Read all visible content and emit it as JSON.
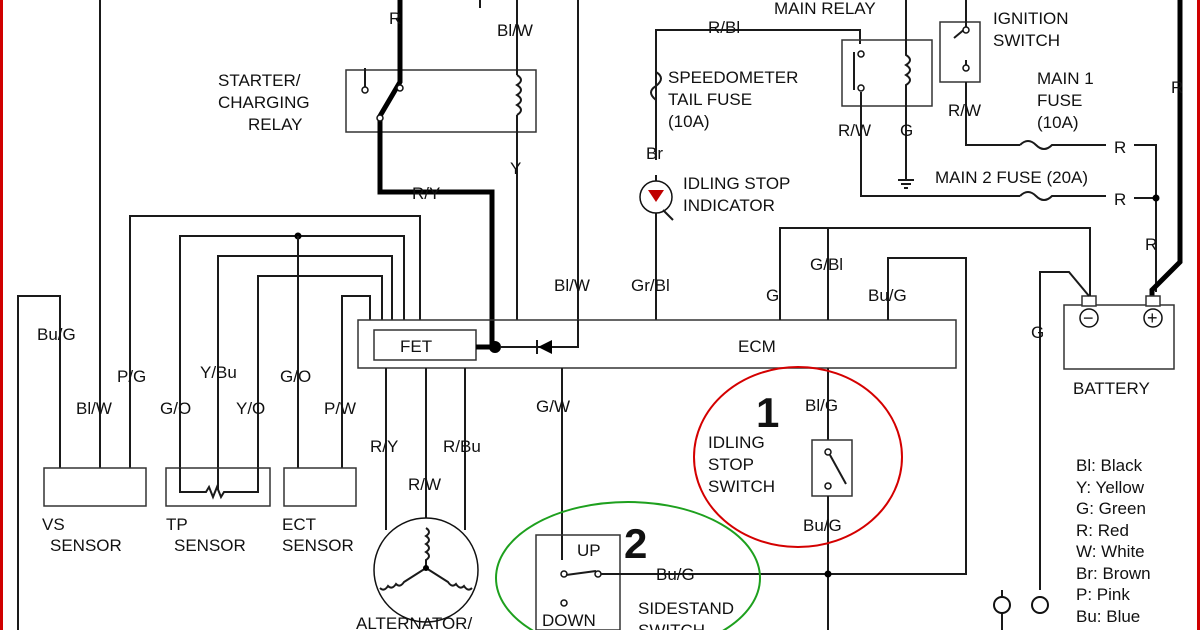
{
  "labels": {
    "r_top": "R",
    "bl_w_top": "Bl/W",
    "starter_relay": [
      "STARTER/",
      "CHARGING",
      "RELAY"
    ],
    "y": "Y",
    "r_y_mid": "R/Y",
    "r_bl": "R/Bl",
    "main_relay": "MAIN RELAY",
    "ignition_switch": [
      "IGNITION",
      "SWITCH"
    ],
    "r_right_vertical": "R",
    "speedo_fuse": [
      "SPEEDOMETER",
      "TAIL FUSE",
      "(10A)"
    ],
    "br": "Br",
    "idling_stop_indicator": [
      "IDLING STOP",
      "INDICATOR"
    ],
    "r_w_relay": "R/W",
    "g_relay": "G",
    "r_w_ign": "R/W",
    "main1_fuse": [
      "MAIN 1",
      "FUSE",
      "(10A)"
    ],
    "r_fuse1": "R",
    "main2_fuse": "MAIN 2 FUSE (20A)",
    "r_fuse2": "R",
    "r_battery": "R",
    "bu_g_left": "Bu/G",
    "p_g": "P/G",
    "bl_w_left": "Bl/W",
    "y_bu": "Y/Bu",
    "g_o_left": "G/O",
    "y_o": "Y/O",
    "g_o_right": "G/O",
    "p_w": "P/W",
    "bl_w_ecm": "Bl/W",
    "gr_bl": "Gr/Bl",
    "g_ecm": "G",
    "g_bl": "G/Bl",
    "bu_g_ecm": "Bu/G",
    "g_battery": "G",
    "fet": "FET",
    "ecm": "ECM",
    "battery": "BATTERY",
    "battery_minus": "−",
    "battery_plus": "+",
    "r_y_alt": "R/Y",
    "r_w_alt": "R/W",
    "r_bu_alt": "R/Bu",
    "g_w": "G/W",
    "vs_sensor": [
      "VS",
      "SENSOR"
    ],
    "tp_sensor": [
      "TP",
      "SENSOR"
    ],
    "ect_sensor": [
      "ECT",
      "SENSOR"
    ],
    "alternator": "ALTERNATOR/",
    "idling_stop_switch": [
      "IDLING",
      "STOP",
      "SWITCH"
    ],
    "bl_g_switch": "Bl/G",
    "bu_g_switch": "Bu/G",
    "up": "UP",
    "down": "DOWN",
    "sidestand_switch": [
      "SIDESTAND",
      "SWITCH"
    ],
    "bu_g_sidestand": "Bu/G"
  },
  "annotations": {
    "marker_1": "1",
    "marker_2": "2",
    "marker_1_color": "#d40000",
    "marker_2_color": "#1ea01e"
  },
  "legend": [
    "Bl: Black",
    "Y: Yellow",
    "G: Green",
    "R: Red",
    "W: White",
    "Br: Brown",
    "P: Pink",
    "Bu: Blue"
  ]
}
